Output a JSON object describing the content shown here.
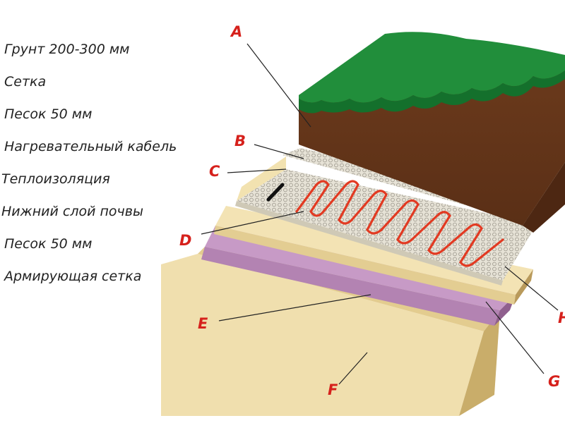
{
  "legend": [
    "Грунт 200-300 мм",
    "Сетка",
    "Песок 50 мм",
    "Нагревательный кабель",
    "Теплоизоляция",
    "Нижний слой почвы",
    "Песок 50 мм",
    "Армирующая сетка"
  ],
  "markers": {
    "a": "A",
    "b": "B",
    "c": "C",
    "d": "D",
    "e": "E",
    "f": "F",
    "g": "G",
    "h": "H"
  },
  "colors": {
    "grass": "#1f8f3a",
    "soil": "#6b3a1c",
    "sand": "#ecd8a2",
    "mesh": "#d9d5c8",
    "cable": "#e23a22",
    "insulation": "#b98ab8",
    "marker": "#d6211c"
  }
}
